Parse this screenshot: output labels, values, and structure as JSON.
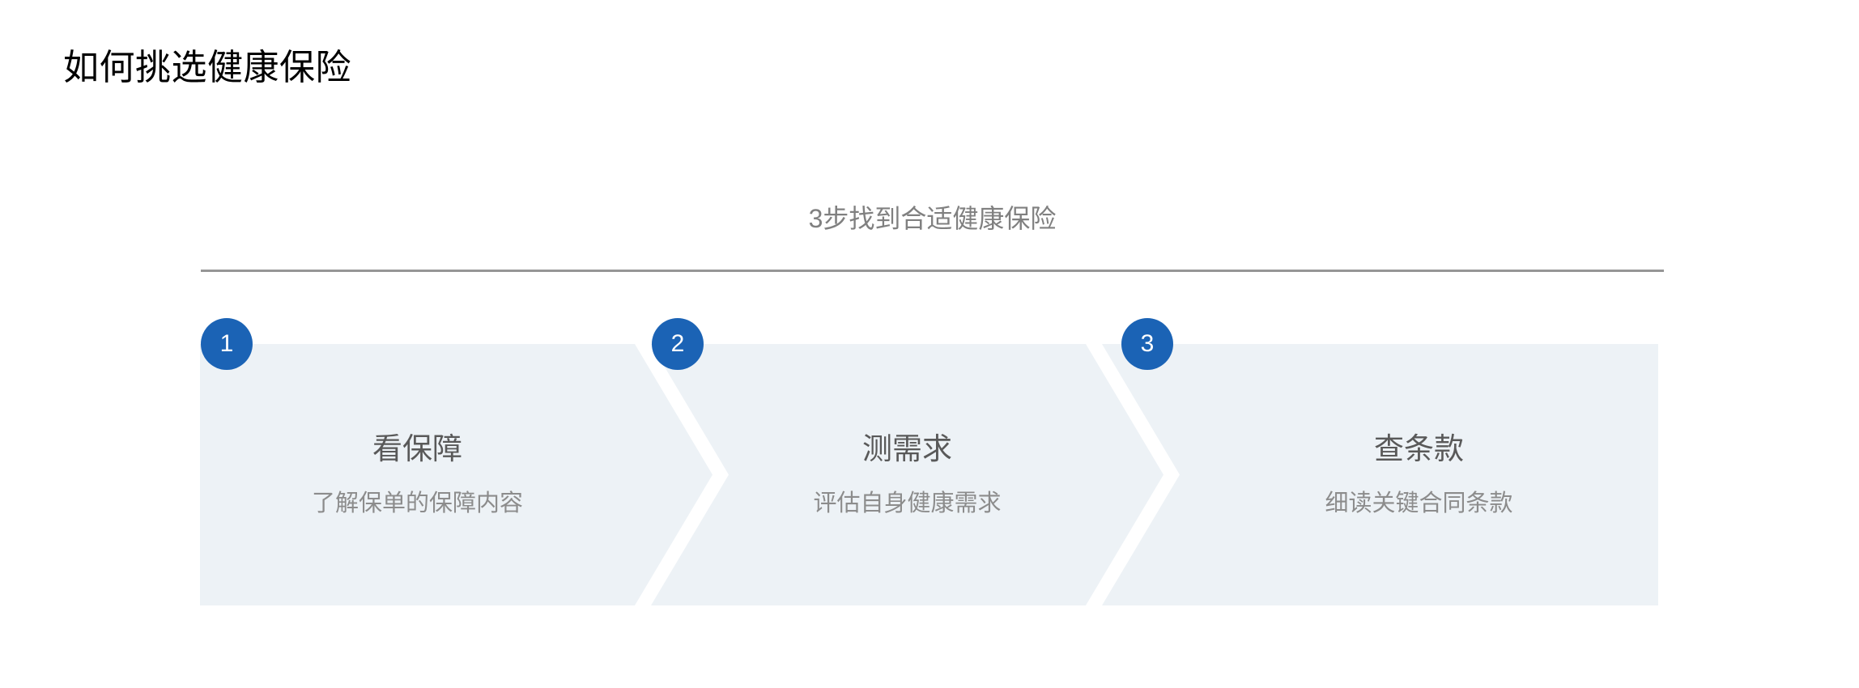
{
  "page": {
    "title": "如何挑选健康保险",
    "background_color": "#ffffff"
  },
  "infographic": {
    "subtitle": "3步找到合适健康保险",
    "accent_color": "#1b63b5",
    "chevron_fill": "#edf2f6",
    "divider_color": "#969696",
    "title_color": "#595959",
    "desc_color": "#8c8c8c",
    "steps": [
      {
        "number": "1",
        "title": "看保障",
        "description": "了解保单的保障内容"
      },
      {
        "number": "2",
        "title": "测需求",
        "description": "评估自身健康需求"
      },
      {
        "number": "3",
        "title": "查条款",
        "description": "细读关键合同条款"
      }
    ]
  }
}
